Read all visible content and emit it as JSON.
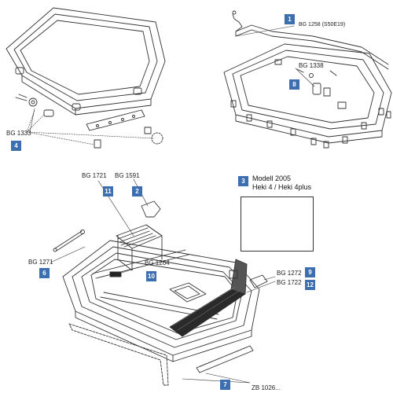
{
  "labels": {
    "bg1333": "BG 1333",
    "bg1258": "BG 1258 (S50E19)",
    "bg1338": "BG 1338",
    "bg1721": "BG 1721",
    "bg1591": "BG 1591",
    "bg1271": "BG 1271",
    "bg1264": "BG 1264",
    "bg1272": "BG 1272",
    "bg1722": "BG 1722",
    "zb1026": "ZB 1026..."
  },
  "badges": {
    "b1": "1",
    "b2": "2",
    "b3": "3",
    "b4": "4",
    "b6": "6",
    "b7": "7",
    "b8": "8",
    "b9": "9",
    "b10": "10",
    "b11": "11",
    "b12": "12"
  },
  "inset": {
    "title_line1": "Modell 2005",
    "title_line2": "Heki 4 / Heki 4plus"
  },
  "colors": {
    "badge": "#3d6fb0",
    "line": "#333333"
  }
}
